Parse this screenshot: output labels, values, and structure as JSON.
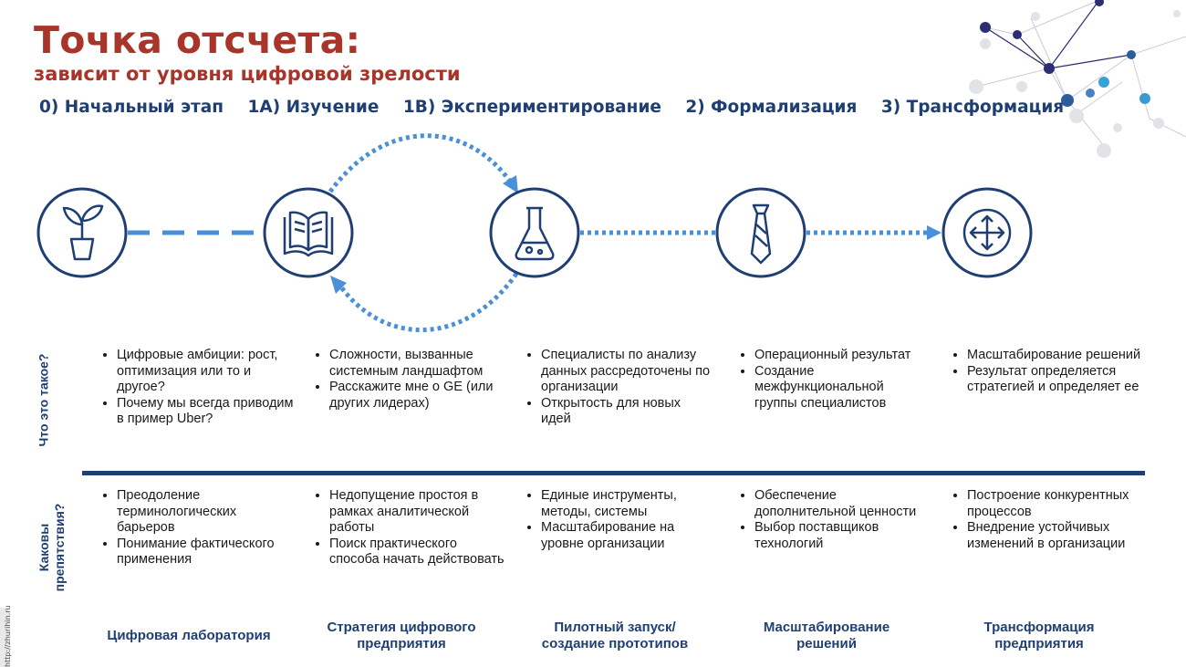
{
  "header": {
    "title": "Точка отсчета:",
    "subtitle": "зависит от уровня цифровой зрелости"
  },
  "stages": [
    "0) Начальный этап",
    "1А) Изучение",
    "1В) Экспериментирование",
    "2) Формализация",
    "3) Трансформация"
  ],
  "row_labels": {
    "what": "Что это такое?",
    "obstacles_line1": "Каковы",
    "obstacles_line2": "препятствия?"
  },
  "icons": [
    "plant-icon",
    "book-icon",
    "flask-icon",
    "tie-icon",
    "expand-arrows-icon"
  ],
  "colors": {
    "navy": "#1f3f73",
    "red": "#a9352a",
    "blue": "#4a90d9"
  },
  "columns": [
    {
      "what": [
        "Цифровые амбиции: рост, оптимизация или то и другое?",
        "Почему мы всегда приводим в пример Uber?"
      ],
      "obstacles": [
        "Преодоление терминологических барьеров",
        "Понимание фактического применения"
      ],
      "footer_line1": "Цифровая лаборатория",
      "footer_line2": ""
    },
    {
      "what": [
        "Сложности, вызванные системным ландшафтом",
        "Расскажите мне о GE (или других лидерах)"
      ],
      "obstacles": [
        "Недопущение простоя в рамках аналитической работы",
        "Поиск практического способа начать действовать"
      ],
      "footer_line1": "Стратегия цифрового",
      "footer_line2": "предприятия"
    },
    {
      "what": [
        "Специалисты по анализу данных рассредоточены по организации",
        "Открытость для новых идей"
      ],
      "obstacles": [
        "Единые инструменты, методы, системы",
        "Масштабирование на уровне организации"
      ],
      "footer_line1": "Пилотный запуск/",
      "footer_line2": "создание прототипов"
    },
    {
      "what": [
        "Операционный результат",
        "Создание межфункциональной группы специалистов"
      ],
      "obstacles": [
        "Обеспечение дополнительной ценности",
        "Выбор поставщиков технологий"
      ],
      "footer_line1": "Масштабирование",
      "footer_line2": "решений"
    },
    {
      "what": [
        "Масштабирование решений",
        "Результат определяется стратегией и определяет ее"
      ],
      "obstacles": [
        "Построение конкурентных процессов",
        "Внедрение устойчивых изменений в организации"
      ],
      "footer_line1": "Трансформация",
      "footer_line2": "предприятия"
    }
  ],
  "watermark": "http://zhurihin.ru"
}
